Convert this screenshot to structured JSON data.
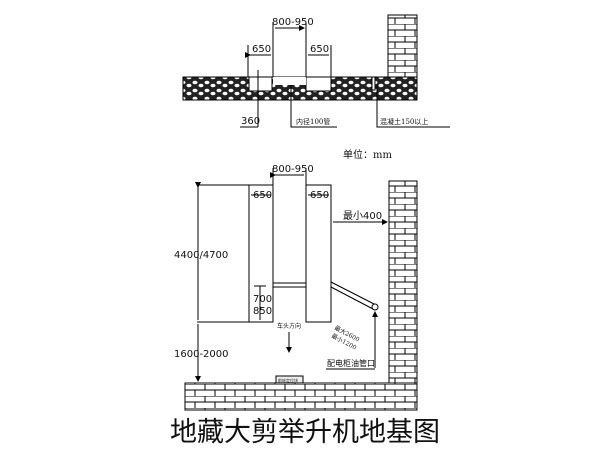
{
  "top_view": {
    "dim_center": "800-950",
    "dim_left": "650",
    "dim_right": "650",
    "depth": "360",
    "pipe_label": "内径100管",
    "concrete_label": "混凝土150以上"
  },
  "side_view": {
    "unit": "单位：mm",
    "dim_center": "800-950",
    "dim_left": "650",
    "dim_right": "650",
    "min_wall": "最小400",
    "height": "4400/4700",
    "height_low_1": "700",
    "height_low_2": "850",
    "front_gap": "1600-2000",
    "direction": "车头方向",
    "hose_max": "最大2600",
    "hose_min": "最小1200",
    "cabinet_pipe": "配电柜油管口",
    "block_label": "前轮定位块"
  },
  "title": "地藏大剪举升机地基图"
}
